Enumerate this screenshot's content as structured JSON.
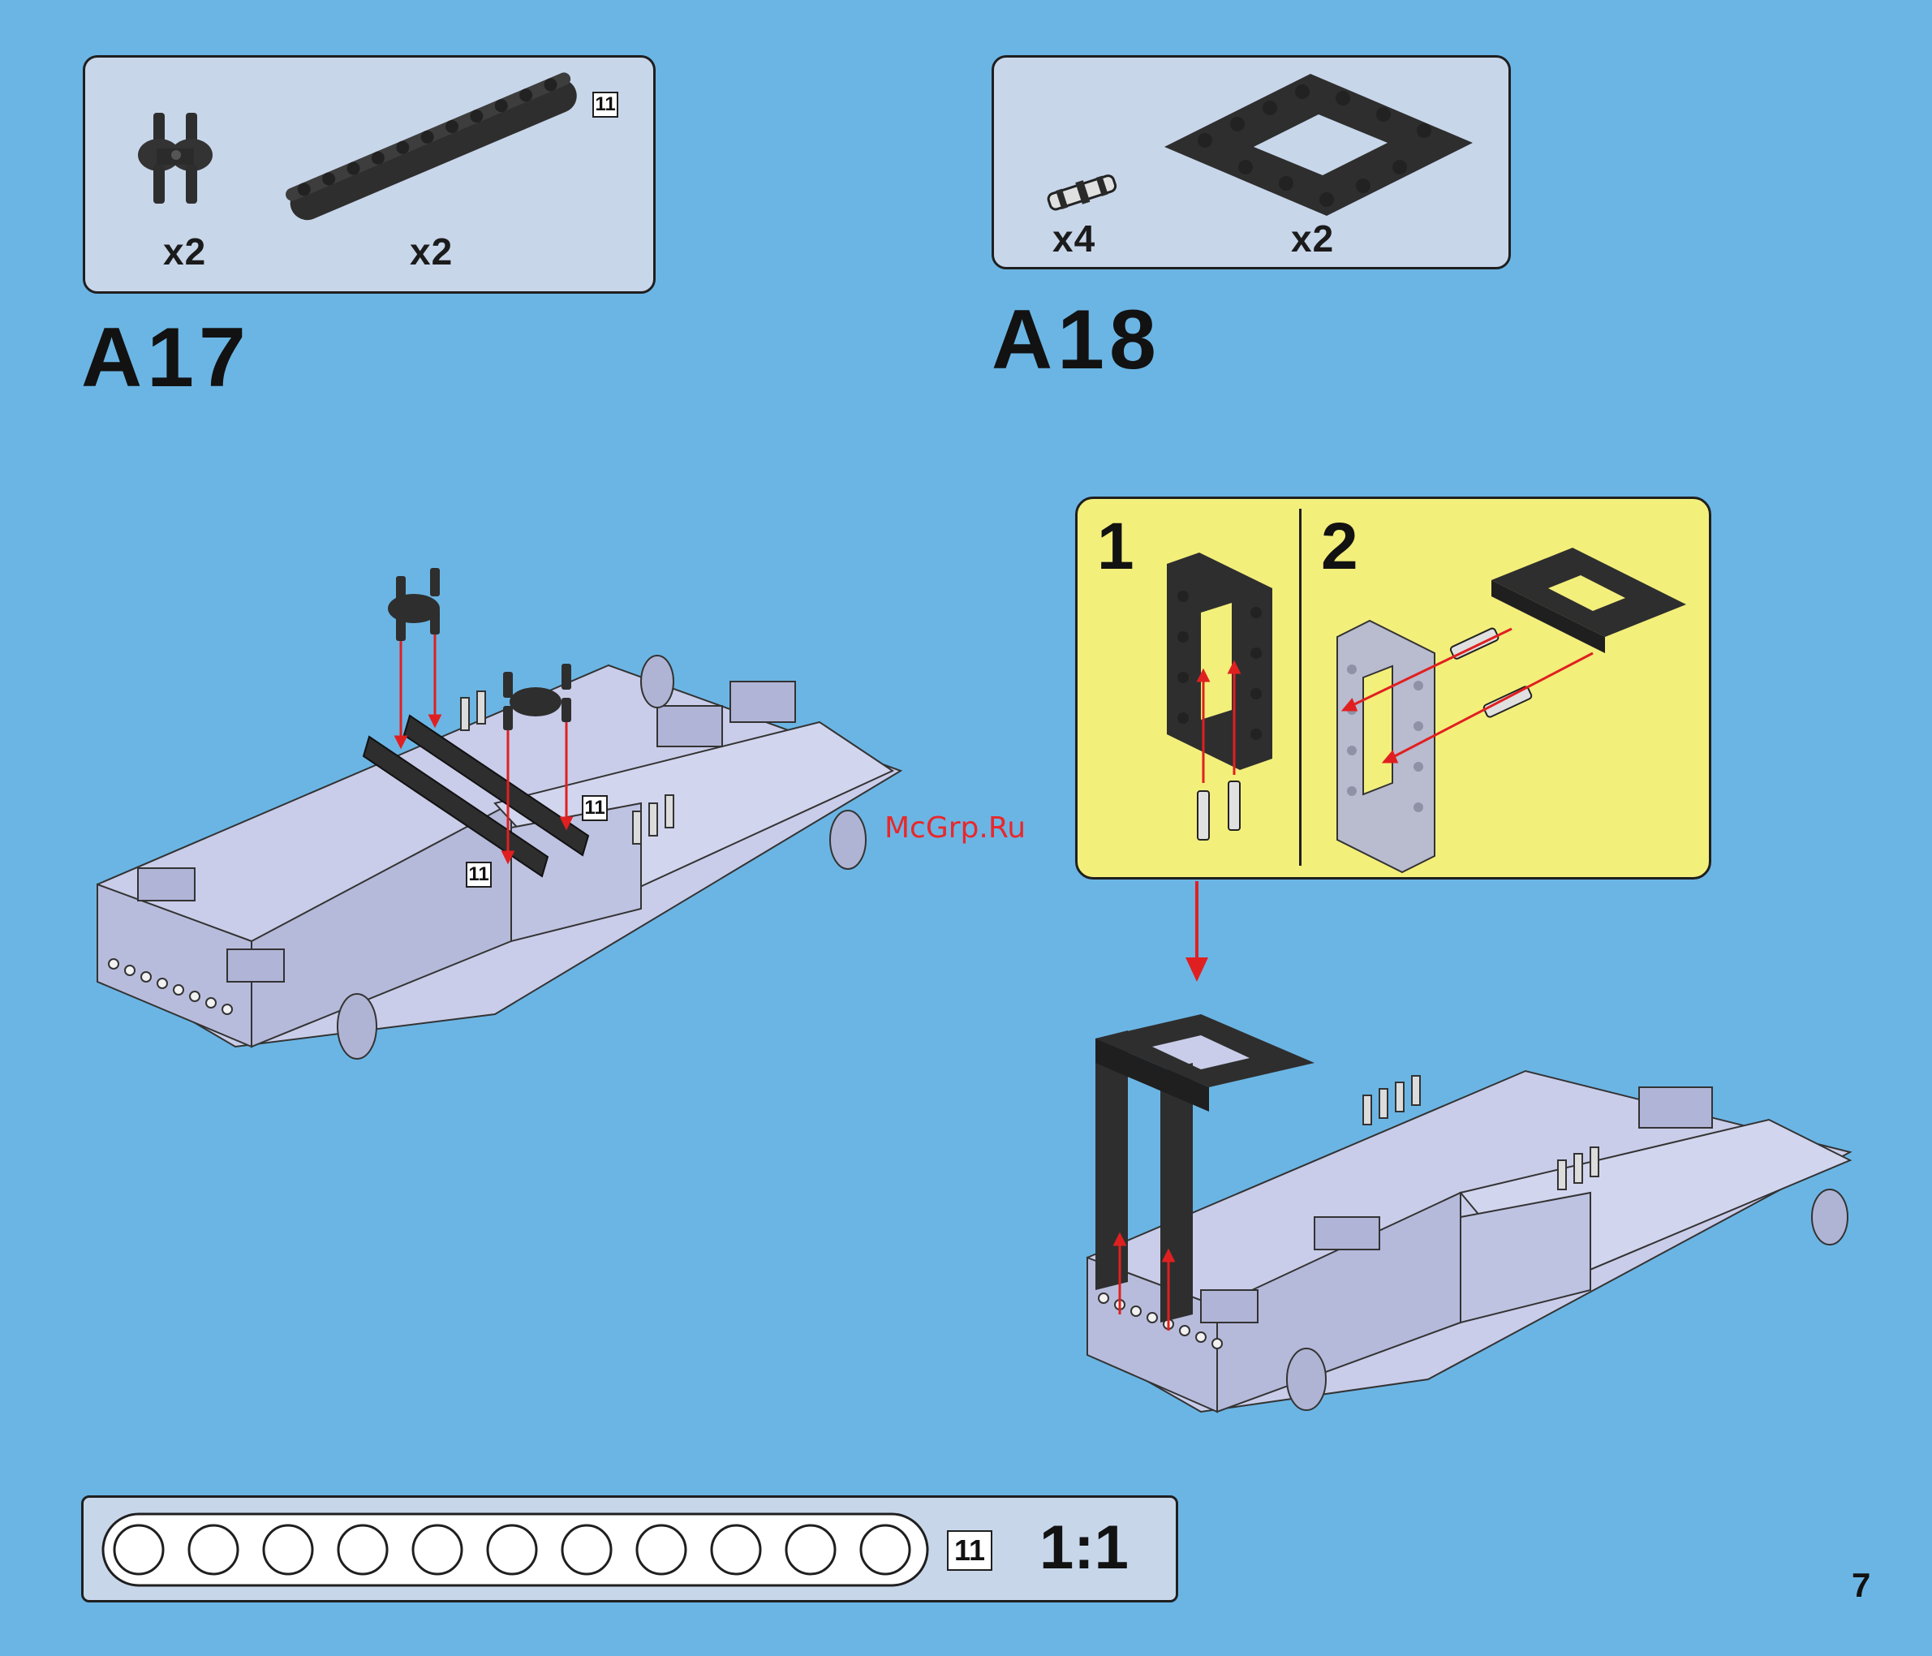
{
  "page_number": "7",
  "watermark": "McGrp.Ru",
  "colors": {
    "background": "#6bb5e4",
    "panel": "#c8d6ea",
    "inset": "#f3ef7b",
    "arrow": "#e02020",
    "part_dark": "#2e2e2e",
    "chassis": "#c9cde9"
  },
  "steps": [
    {
      "title": "A17",
      "parts": [
        {
          "icon": "connector-hub-icon",
          "quantity": "x2"
        },
        {
          "icon": "beam-11-icon",
          "quantity": "x2",
          "length_badge": "11"
        }
      ],
      "callouts": [
        "11",
        "11"
      ]
    },
    {
      "title": "A18",
      "parts": [
        {
          "icon": "pin-icon",
          "quantity": "x4"
        },
        {
          "icon": "frame-icon",
          "quantity": "x2"
        }
      ],
      "substeps": [
        "1",
        "2"
      ]
    }
  ],
  "scale_bar": {
    "holes": 11,
    "length_badge": "11",
    "label": "1:1"
  }
}
